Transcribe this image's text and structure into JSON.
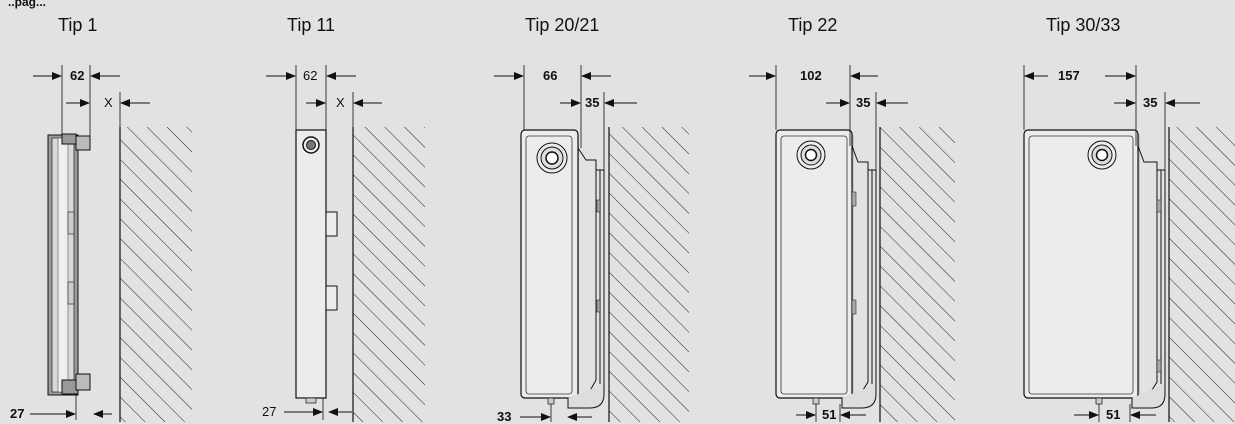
{
  "header_fragment": "..pag...",
  "panels": [
    {
      "title": "Tip 1",
      "top_dim": "62",
      "side_dim": "X",
      "bottom_dim": "27"
    },
    {
      "title": "Tip 11",
      "top_dim": "62",
      "side_dim": "X",
      "bottom_dim": "27"
    },
    {
      "title": "Tip 20/21",
      "top_dim": "66",
      "side_dim": "35",
      "bottom_dim": "33"
    },
    {
      "title": "Tip 22",
      "top_dim": "102",
      "side_dim": "35",
      "bottom_dim": "51"
    },
    {
      "title": "Tip 30/33",
      "top_dim": "157",
      "side_dim": "35",
      "bottom_dim": "51"
    }
  ],
  "colors": {
    "background": "#e2e2e2",
    "line": "#111111",
    "radiator_fill": "#ececec",
    "shadow": "#c4c4c4"
  }
}
